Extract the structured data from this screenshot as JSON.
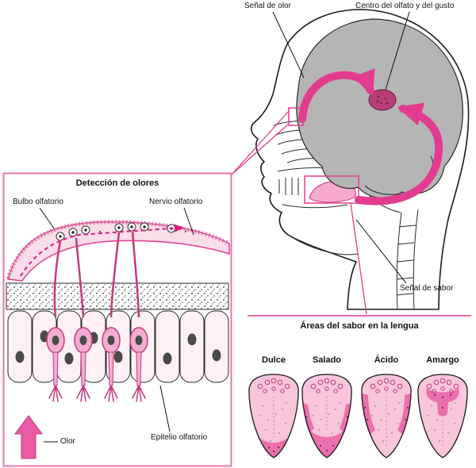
{
  "head": {
    "smell_signal_label": "Señal de olor",
    "center_label": "Centro del olfato y del gusto",
    "taste_signal_label": "Señal de sabor"
  },
  "detection_panel": {
    "title": "Detección de olores",
    "labels": {
      "olfactory_bulb": "Bulbo olfatorio",
      "olfactory_nerve": "Nervio olfatorio",
      "odor": "Olor",
      "olfactory_epithelium": "Epitelio olfatorio"
    }
  },
  "taste_section": {
    "title": "Áreas del sabor en la lengua",
    "tastes": [
      {
        "label": "Dulce",
        "area": "tip of tongue"
      },
      {
        "label": "Salado",
        "area": "front sides and tip"
      },
      {
        "label": "Ácido",
        "area": "sides of tongue"
      },
      {
        "label": "Amargo",
        "area": "back of tongue"
      }
    ]
  },
  "icons": {
    "odor_arrow": "thick-up-arrow",
    "smell_signal_arrow": "curved-arrow-to-brain-center",
    "taste_signal_arrow": "curved-arrow-to-brain-center",
    "olfactory_nerve_signal": "dashed-arrow-right"
  },
  "colors": {
    "accent_pink": "#e23c90",
    "light_pink": "#f9cede",
    "dark_pink_region": "#ec6fae",
    "brain_gray": "#b5b5b5",
    "taste_smell_center": "#b63d78"
  }
}
